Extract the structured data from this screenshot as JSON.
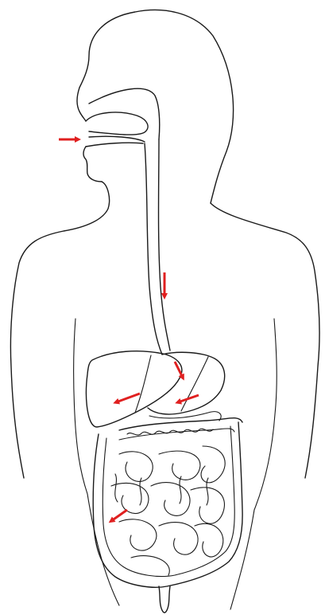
{
  "diagram": {
    "kind": "digestive-system-outline",
    "colors": {
      "outline": "#1a1a1a",
      "arrow": "#e02020",
      "background": "#ffffff"
    },
    "arrows": [
      {
        "id": "mouth-arrow",
        "direction": "right"
      },
      {
        "id": "esophagus-arrow",
        "direction": "down"
      },
      {
        "id": "stomach-arrow",
        "direction": "down-right"
      },
      {
        "id": "liver-arrow",
        "direction": "left"
      },
      {
        "id": "pancreas-arrow",
        "direction": "left"
      },
      {
        "id": "appendix-arrow",
        "direction": "down-left"
      }
    ]
  }
}
